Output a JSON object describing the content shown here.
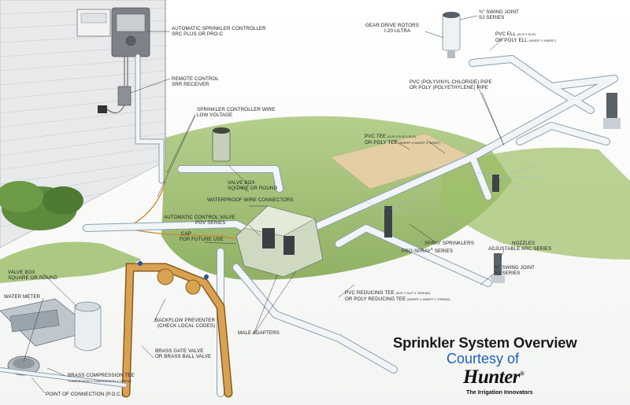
{
  "labels": {
    "controller": [
      "AUTOMATIC SPRINKLER CONTROLLER",
      "SRC PLUS OR PRO-C"
    ],
    "remote": [
      "REMOTE CONTROL",
      "SRR RECEIVER"
    ],
    "wire": [
      "SPRINKLER CONTROLLER WIRE",
      "LOW VOLTAGE"
    ],
    "gear_drive": [
      "GEAR DRIVE ROTORS",
      "I-20 ULTRA"
    ],
    "swing_joint_top": [
      "¾\" SWING JOINT",
      "SJ SERIES"
    ],
    "pvc_ell": [
      "PVC ELL",
      "OR POLY ELL"
    ],
    "pvc_ell_notes": [
      "(SLIP X SLIP)",
      "(INSERT X INSERT)"
    ],
    "pvc_pipe": [
      "PVC (POLYVINYL CHLORIDE) PIPE",
      "OR POLY (POLYETHYLENE) PIPE"
    ],
    "pvc_tee": [
      "PVC TEE",
      "OR POLY TEE"
    ],
    "pvc_tee_notes": [
      "(SLIP X SLIP X SLIP)",
      "(INSERT X INSERT X INSERT)"
    ],
    "valve_box_mid": [
      "VALVE BOX",
      "SQUARE OR ROUND"
    ],
    "waterproof": "WATERPROOF WIRE CONNECTORS",
    "control_valve": [
      "AUTOMATIC CONTROL VALVE",
      "PGV SERIES"
    ],
    "cap": [
      "CAP",
      "FOR FUTURE USE"
    ],
    "spray": [
      "SPRAY SPRINKLERS",
      "PRO-SPRAY",
      "SERIES"
    ],
    "nozzles": [
      "NOZZLES",
      "ADJUSTABLE ARC SERIES"
    ],
    "swing_joint_low": [
      "½\" SWING JOINT",
      "SJ SERIES"
    ],
    "reducing_tee": [
      "PVC REDUCING TEE",
      "OR POLY REDUCING TEE"
    ],
    "reducing_tee_notes": [
      "(SLIP X SLIP X THREAD)",
      "(INSERT X INSERT X THREAD)"
    ],
    "valve_box_left": [
      "VALVE BOX",
      "SQUARE OR ROUND"
    ],
    "water_meter": "WATER METER",
    "backflow": [
      "BACKFLOW PREVENTER",
      "(CHECK LOCAL CODES)"
    ],
    "male_adapters": "MALE ADAPTERS",
    "gate_valve": [
      "BRASS GATE VALVE",
      "OR BRASS BALL VALVE"
    ],
    "compression_tee": [
      "BRASS COMPRESSION TEE",
      "COMPRESSION X COMPRESSION X THREAD"
    ],
    "poc": "POINT OF CONNECTION (P.O.C.)"
  },
  "title": "Sprinkler System Overview",
  "courtesy": "Courtesy of",
  "brand": "Hunter",
  "tagline": "The Irrigation Innovators",
  "colors": {
    "pipe": "#eef3f6",
    "pipe_edge": "#8aa0ad",
    "grass": "#8fb45a",
    "brass": "#c9923e",
    "title_blue": "#1f5fbf",
    "siding": "#e6e8ea"
  }
}
